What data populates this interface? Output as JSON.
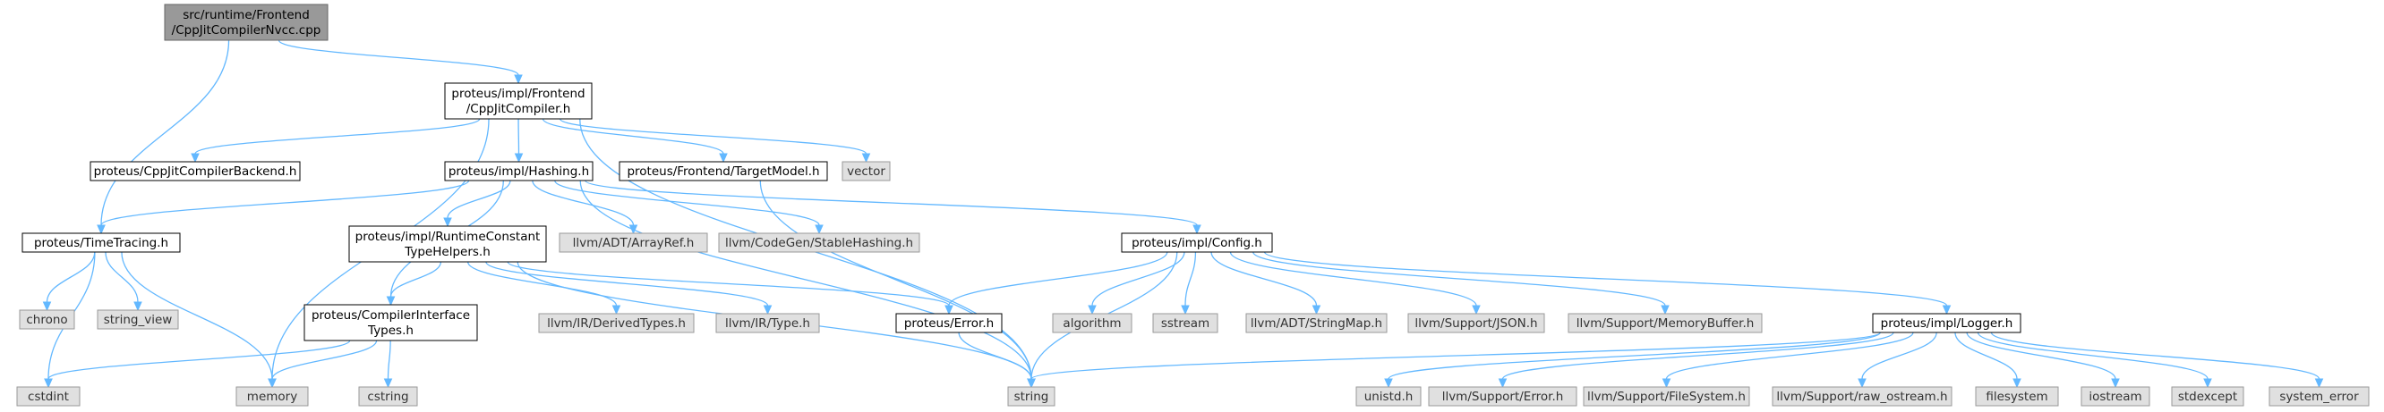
{
  "graph": {
    "nodes": [
      {
        "id": "n0",
        "lines": [
          "src/runtime/Frontend",
          "/CppJitCompilerNvcc.cpp"
        ],
        "kind": "root"
      },
      {
        "id": "n1",
        "lines": [
          "proteus/impl/Frontend",
          "/CppJitCompiler.h"
        ],
        "kind": "internal"
      },
      {
        "id": "n2",
        "lines": [
          "proteus/CppJitCompilerBackend.h"
        ],
        "kind": "internal"
      },
      {
        "id": "n3",
        "lines": [
          "proteus/impl/Hashing.h"
        ],
        "kind": "internal"
      },
      {
        "id": "n4",
        "lines": [
          "proteus/Frontend/TargetModel.h"
        ],
        "kind": "internal"
      },
      {
        "id": "n5",
        "lines": [
          "vector"
        ],
        "kind": "external"
      },
      {
        "id": "n6",
        "lines": [
          "proteus/TimeTracing.h"
        ],
        "kind": "internal"
      },
      {
        "id": "n7",
        "lines": [
          "proteus/impl/RuntimeConstant",
          "TypeHelpers.h"
        ],
        "kind": "internal"
      },
      {
        "id": "n8",
        "lines": [
          "llvm/ADT/ArrayRef.h"
        ],
        "kind": "external"
      },
      {
        "id": "n9",
        "lines": [
          "llvm/CodeGen/StableHashing.h"
        ],
        "kind": "external"
      },
      {
        "id": "n10",
        "lines": [
          "proteus/impl/Config.h"
        ],
        "kind": "internal"
      },
      {
        "id": "n11",
        "lines": [
          "chrono"
        ],
        "kind": "external"
      },
      {
        "id": "n12",
        "lines": [
          "string_view"
        ],
        "kind": "external"
      },
      {
        "id": "n13",
        "lines": [
          "proteus/CompilerInterface",
          "Types.h"
        ],
        "kind": "internal"
      },
      {
        "id": "n14",
        "lines": [
          "llvm/IR/DerivedTypes.h"
        ],
        "kind": "external"
      },
      {
        "id": "n15",
        "lines": [
          "llvm/IR/Type.h"
        ],
        "kind": "external"
      },
      {
        "id": "n16",
        "lines": [
          "proteus/Error.h"
        ],
        "kind": "internal"
      },
      {
        "id": "n17",
        "lines": [
          "algorithm"
        ],
        "kind": "external"
      },
      {
        "id": "n18",
        "lines": [
          "sstream"
        ],
        "kind": "external"
      },
      {
        "id": "n19",
        "lines": [
          "llvm/ADT/StringMap.h"
        ],
        "kind": "external"
      },
      {
        "id": "n20",
        "lines": [
          "llvm/Support/JSON.h"
        ],
        "kind": "external"
      },
      {
        "id": "n21",
        "lines": [
          "llvm/Support/MemoryBuffer.h"
        ],
        "kind": "external"
      },
      {
        "id": "n22",
        "lines": [
          "proteus/impl/Logger.h"
        ],
        "kind": "internal"
      },
      {
        "id": "n23",
        "lines": [
          "cstdint"
        ],
        "kind": "external"
      },
      {
        "id": "n24",
        "lines": [
          "memory"
        ],
        "kind": "external"
      },
      {
        "id": "n25",
        "lines": [
          "cstring"
        ],
        "kind": "external"
      },
      {
        "id": "n26",
        "lines": [
          "string"
        ],
        "kind": "external"
      },
      {
        "id": "n27",
        "lines": [
          "unistd.h"
        ],
        "kind": "external"
      },
      {
        "id": "n28",
        "lines": [
          "llvm/Support/Error.h"
        ],
        "kind": "external"
      },
      {
        "id": "n29",
        "lines": [
          "llvm/Support/FileSystem.h"
        ],
        "kind": "external"
      },
      {
        "id": "n30",
        "lines": [
          "llvm/Support/raw_ostream.h"
        ],
        "kind": "external"
      },
      {
        "id": "n31",
        "lines": [
          "filesystem"
        ],
        "kind": "external"
      },
      {
        "id": "n32",
        "lines": [
          "iostream"
        ],
        "kind": "external"
      },
      {
        "id": "n33",
        "lines": [
          "stdexcept"
        ],
        "kind": "external"
      },
      {
        "id": "n34",
        "lines": [
          "system_error"
        ],
        "kind": "external"
      }
    ],
    "edges": [
      [
        "n0",
        "n1"
      ],
      [
        "n0",
        "n6"
      ],
      [
        "n1",
        "n2"
      ],
      [
        "n1",
        "n3"
      ],
      [
        "n1",
        "n4"
      ],
      [
        "n1",
        "n5"
      ],
      [
        "n1",
        "n24"
      ],
      [
        "n1",
        "n26"
      ],
      [
        "n3",
        "n6"
      ],
      [
        "n3",
        "n7"
      ],
      [
        "n3",
        "n13"
      ],
      [
        "n3",
        "n8"
      ],
      [
        "n3",
        "n9"
      ],
      [
        "n3",
        "n10"
      ],
      [
        "n3",
        "n26"
      ],
      [
        "n4",
        "n26"
      ],
      [
        "n6",
        "n11"
      ],
      [
        "n6",
        "n12"
      ],
      [
        "n6",
        "n23"
      ],
      [
        "n6",
        "n24"
      ],
      [
        "n7",
        "n13"
      ],
      [
        "n7",
        "n14"
      ],
      [
        "n7",
        "n15"
      ],
      [
        "n7",
        "n16"
      ],
      [
        "n7",
        "n26"
      ],
      [
        "n13",
        "n23"
      ],
      [
        "n13",
        "n24"
      ],
      [
        "n13",
        "n25"
      ],
      [
        "n10",
        "n16"
      ],
      [
        "n10",
        "n17"
      ],
      [
        "n10",
        "n18"
      ],
      [
        "n10",
        "n19"
      ],
      [
        "n10",
        "n20"
      ],
      [
        "n10",
        "n21"
      ],
      [
        "n10",
        "n22"
      ],
      [
        "n10",
        "n26"
      ],
      [
        "n16",
        "n26"
      ],
      [
        "n22",
        "n26"
      ],
      [
        "n22",
        "n27"
      ],
      [
        "n22",
        "n28"
      ],
      [
        "n22",
        "n29"
      ],
      [
        "n22",
        "n30"
      ],
      [
        "n22",
        "n31"
      ],
      [
        "n22",
        "n32"
      ],
      [
        "n22",
        "n33"
      ],
      [
        "n22",
        "n34"
      ]
    ]
  }
}
